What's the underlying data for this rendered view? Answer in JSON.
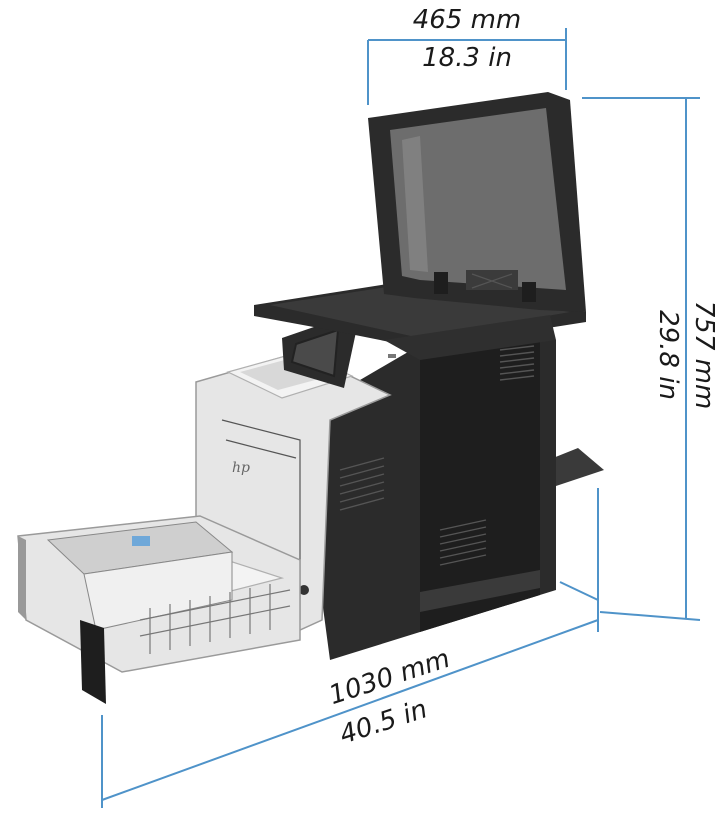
{
  "dimensions": {
    "width": {
      "metric": "465 mm",
      "imperial": "18.3 in"
    },
    "height": {
      "metric": "757 mm",
      "imperial": "29.8 in"
    },
    "depth": {
      "metric": "1030 mm",
      "imperial": "40.5 in"
    }
  },
  "printer": {
    "brand_mark": "hp"
  },
  "colors": {
    "dimension_line": "#4f93c9",
    "body_dark": "#2b2b2b",
    "body_light": "#e6e6e6"
  }
}
